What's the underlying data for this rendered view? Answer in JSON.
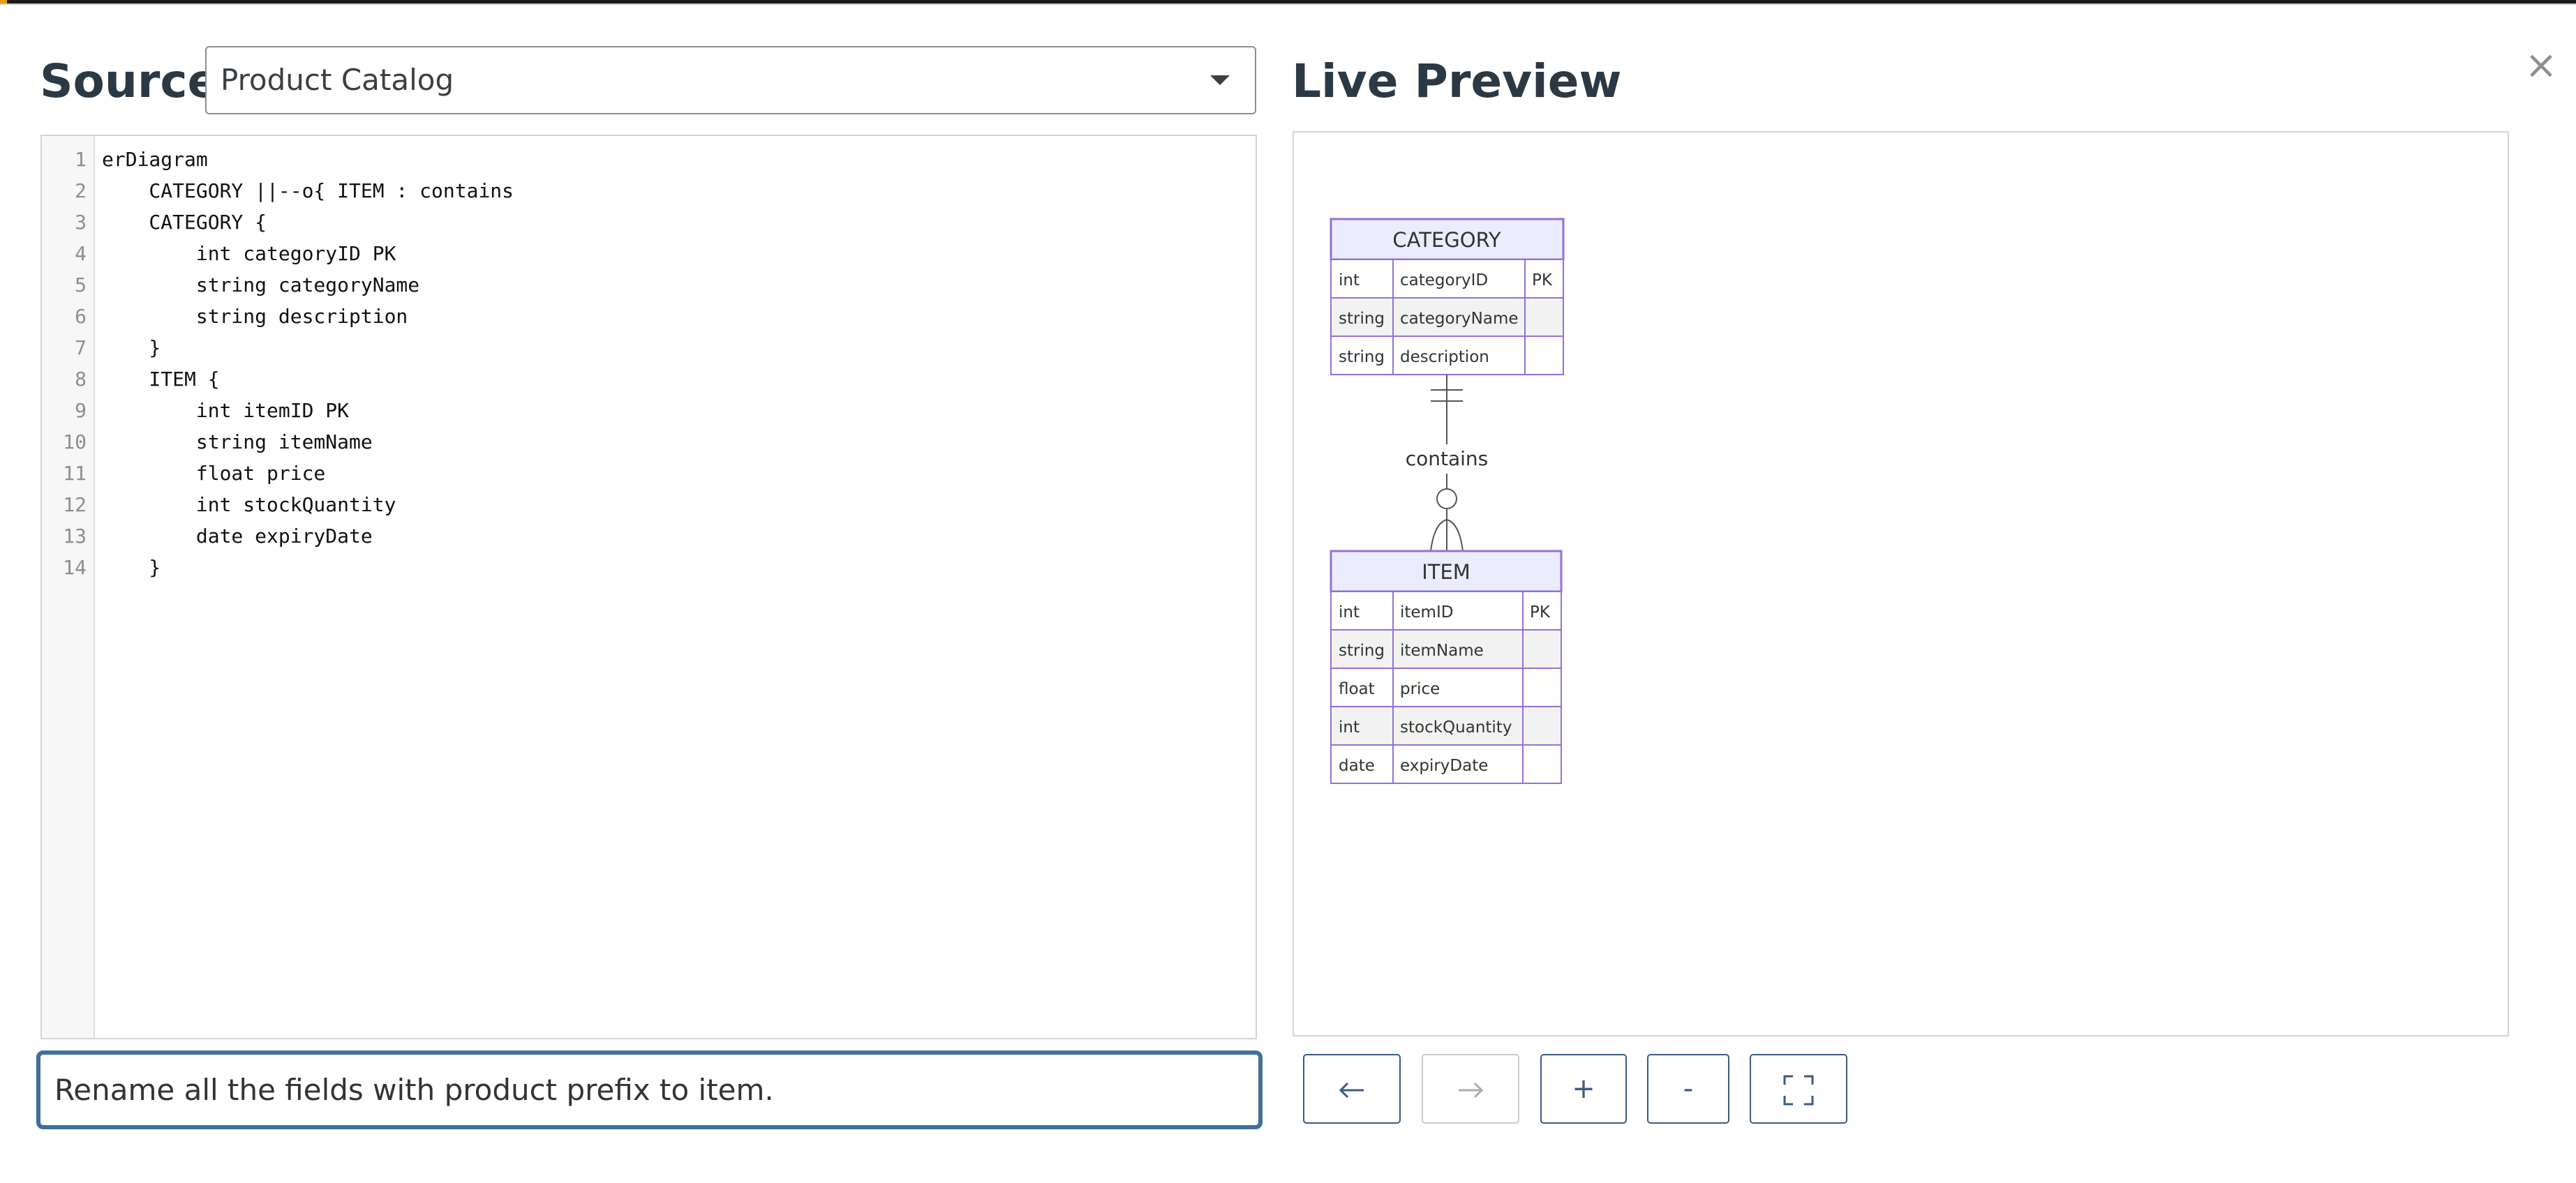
{
  "source": {
    "heading": "Source",
    "selected_diagram": "Product Catalog"
  },
  "editor": {
    "line_numbers": [
      "1",
      "2",
      "3",
      "4",
      "5",
      "6",
      "7",
      "8",
      "9",
      "10",
      "11",
      "12",
      "13",
      "14"
    ],
    "lines": [
      "erDiagram",
      "    CATEGORY ||--o{ ITEM : contains",
      "    CATEGORY {",
      "        int categoryID PK",
      "        string categoryName",
      "        string description",
      "    }",
      "    ITEM {",
      "        int itemID PK",
      "        string itemName",
      "        float price",
      "        int stockQuantity",
      "        date expiryDate",
      "    }"
    ]
  },
  "prompt": {
    "value": "Rename all the fields with product prefix to item."
  },
  "preview": {
    "heading": "Live Preview",
    "diagram": {
      "relationship_label": "contains",
      "entities": [
        {
          "name": "CATEGORY",
          "attributes": [
            {
              "type": "int",
              "name": "categoryID",
              "key": "PK"
            },
            {
              "type": "string",
              "name": "categoryName",
              "key": ""
            },
            {
              "type": "string",
              "name": "description",
              "key": ""
            }
          ]
        },
        {
          "name": "ITEM",
          "attributes": [
            {
              "type": "int",
              "name": "itemID",
              "key": "PK"
            },
            {
              "type": "string",
              "name": "itemName",
              "key": ""
            },
            {
              "type": "float",
              "name": "price",
              "key": ""
            },
            {
              "type": "int",
              "name": "stockQuantity",
              "key": ""
            },
            {
              "type": "date",
              "name": "expiryDate",
              "key": ""
            }
          ]
        }
      ]
    }
  },
  "controls": {
    "zoom_in_label": "+",
    "zoom_out_label": "-",
    "back_icon": "arrow-left-icon",
    "forward_icon": "arrow-right-icon",
    "fit_icon": "fullscreen-icon"
  },
  "close_label": "×",
  "colors": {
    "accent": "#3d5a80",
    "focus_border": "#3f6f9c",
    "entity_border": "#9370db",
    "entity_header": "#ececff"
  }
}
